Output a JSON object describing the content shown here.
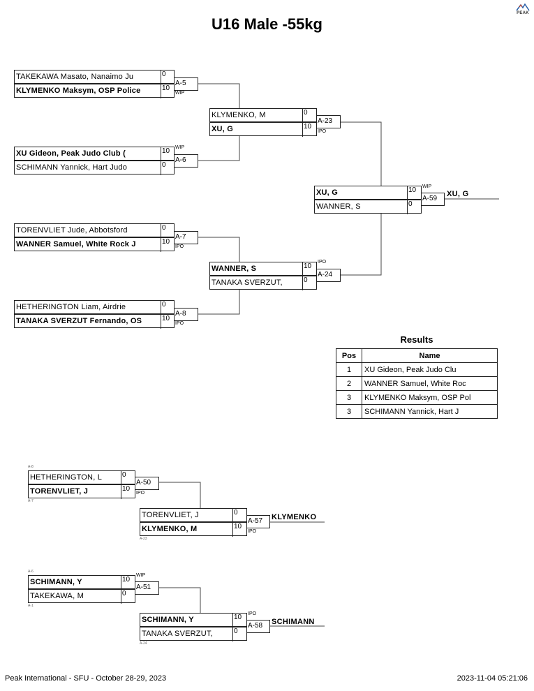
{
  "title": "U16 Male -55kg",
  "logo_text": "PEAK",
  "main": {
    "r1": [
      {
        "top": {
          "name": "TAKEKAWA Masato, Nanaimo Ju",
          "score": "0"
        },
        "bottom": {
          "name": "KLYMENKO Maksym, OSP Police",
          "score": "10",
          "win": true
        },
        "match": "A-5",
        "result": "WIP"
      },
      {
        "top": {
          "name": "XU Gideon, Peak Judo Club (",
          "score": "10",
          "win": true
        },
        "bottom": {
          "name": "SCHIMANN Yannick, Hart Judo",
          "score": "0"
        },
        "match": "A-6",
        "result": "WIP"
      },
      {
        "top": {
          "name": "TORENVLIET Jude, Abbotsford",
          "score": "0"
        },
        "bottom": {
          "name": "WANNER Samuel, White Rock J",
          "score": "10",
          "win": true
        },
        "match": "A-7",
        "result": "IPO"
      },
      {
        "top": {
          "name": "HETHERINGTON Liam, Airdrie",
          "score": "0"
        },
        "bottom": {
          "name": "TANAKA SVERZUT Fernando, OS",
          "score": "10",
          "win": true
        },
        "match": "A-8",
        "result": "IPO"
      }
    ],
    "r2": [
      {
        "top": {
          "name": "KLYMENKO, M",
          "score": "0"
        },
        "bottom": {
          "name": "XU, G",
          "score": "10",
          "win": true
        },
        "match": "A-23",
        "result": "IPO"
      },
      {
        "top": {
          "name": "WANNER, S",
          "score": "10",
          "win": true
        },
        "bottom": {
          "name": "TANAKA SVERZUT,",
          "score": "0"
        },
        "match": "A-24",
        "result": "IPO"
      }
    ],
    "final": {
      "top": {
        "name": "XU, G",
        "score": "10",
        "win": true
      },
      "bottom": {
        "name": "WANNER, S",
        "score": "0"
      },
      "match": "A-59",
      "result": "WIP",
      "winner": "XU, G"
    }
  },
  "results": {
    "title": "Results",
    "headers": [
      "Pos",
      "Name"
    ],
    "rows": [
      {
        "pos": "1",
        "name": "XU Gideon, Peak Judo Clu"
      },
      {
        "pos": "2",
        "name": "WANNER Samuel, White Roc"
      },
      {
        "pos": "3",
        "name": "KLYMENKO Maksym, OSP Pol"
      },
      {
        "pos": "3",
        "name": "SCHIMANN Yannick, Hart J"
      }
    ]
  },
  "repechage": [
    {
      "r1": {
        "top": {
          "name": "HETHERINGTON, L",
          "score": "0",
          "src": "A-8"
        },
        "bottom": {
          "name": "TORENVLIET, J",
          "score": "10",
          "win": true,
          "src": "A-7"
        },
        "match": "A-50",
        "result": "IPO"
      },
      "r2": {
        "top": {
          "name": "TORENVLIET, J",
          "score": "0"
        },
        "bottom": {
          "name": "KLYMENKO, M",
          "score": "10",
          "win": true,
          "src": "A-23"
        },
        "match": "A-57",
        "result": "IPO",
        "winner": "KLYMENKO"
      }
    },
    {
      "r1": {
        "top": {
          "name": "SCHIMANN, Y",
          "score": "10",
          "win": true,
          "src": "A-6"
        },
        "bottom": {
          "name": "TAKEKAWA, M",
          "score": "0",
          "src": "A-1"
        },
        "match": "A-51",
        "result": "WIP"
      },
      "r2": {
        "top": {
          "name": "SCHIMANN, Y",
          "score": "10",
          "win": true
        },
        "bottom": {
          "name": "TANAKA SVERZUT,",
          "score": "0",
          "src": "A-24"
        },
        "match": "A-58",
        "result": "IPO",
        "winner": "SCHIMANN"
      }
    }
  ],
  "footer": {
    "left": "Peak International - SFU - October 28-29, 2023",
    "right": "2023-11-04 05:21:06"
  }
}
